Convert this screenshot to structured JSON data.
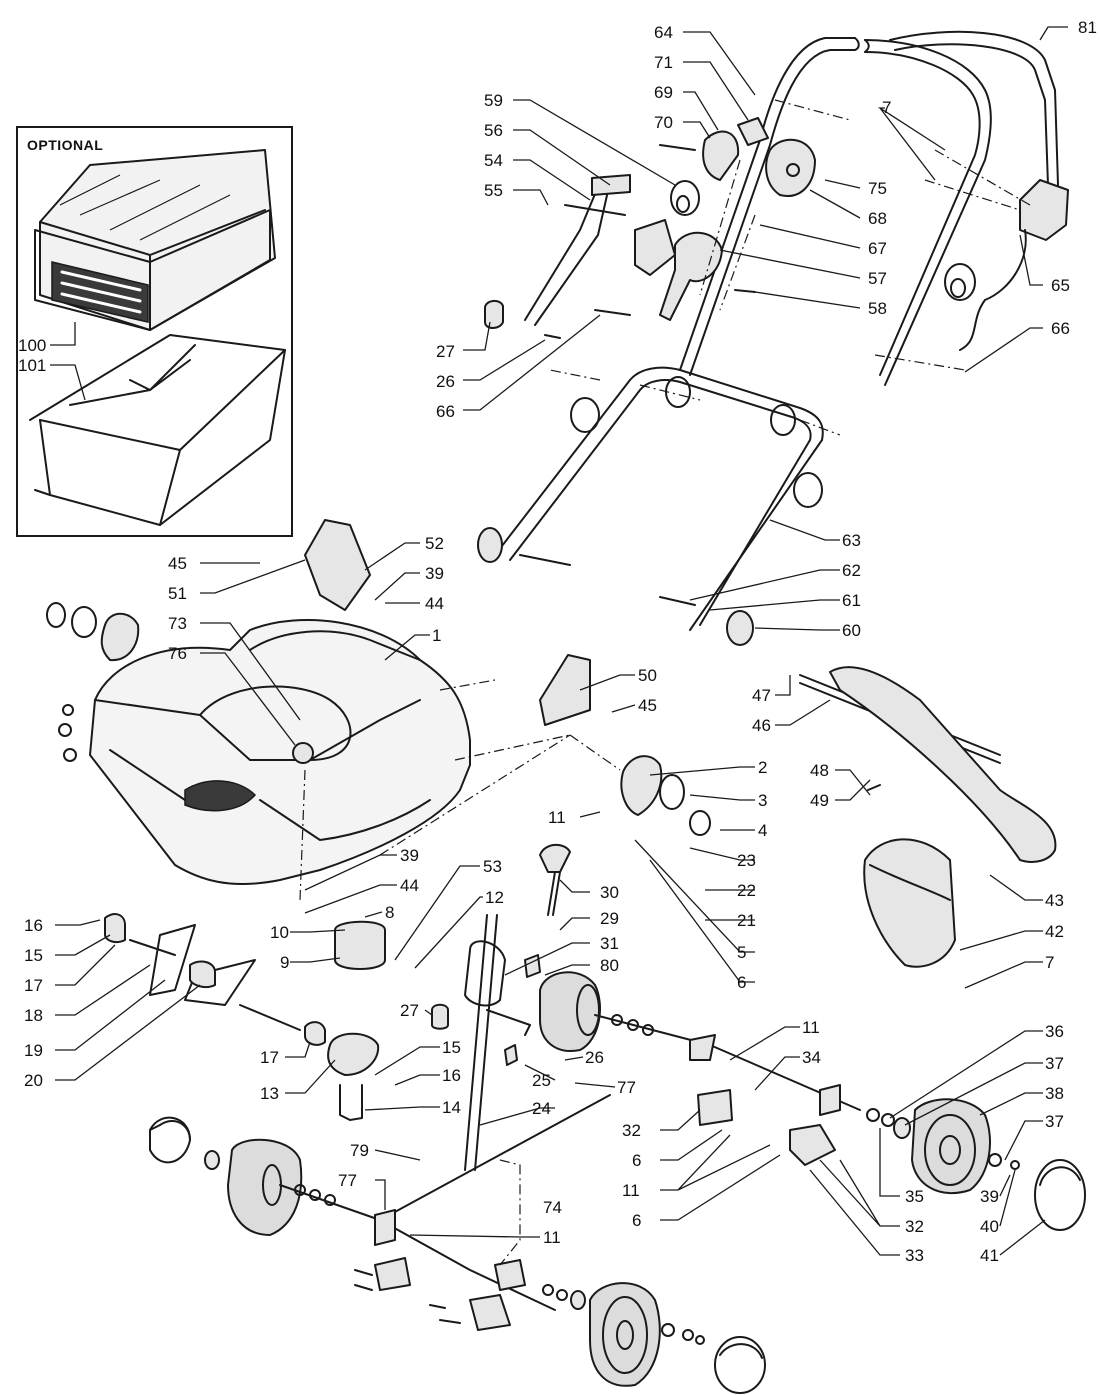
{
  "inset": {
    "title": "OPTIONAL"
  },
  "callouts": [
    {
      "id": "c-81",
      "text": "81"
    },
    {
      "id": "c-64",
      "text": "64"
    },
    {
      "id": "c-71",
      "text": "71"
    },
    {
      "id": "c-69",
      "text": "69"
    },
    {
      "id": "c-7a",
      "text": "7"
    },
    {
      "id": "c-70",
      "text": "70"
    },
    {
      "id": "c-75",
      "text": "75"
    },
    {
      "id": "c-68",
      "text": "68"
    },
    {
      "id": "c-67",
      "text": "67"
    },
    {
      "id": "c-57",
      "text": "57"
    },
    {
      "id": "c-58",
      "text": "58"
    },
    {
      "id": "c-65",
      "text": "65"
    },
    {
      "id": "c-66a",
      "text": "66"
    },
    {
      "id": "c-59",
      "text": "59"
    },
    {
      "id": "c-56",
      "text": "56"
    },
    {
      "id": "c-54",
      "text": "54"
    },
    {
      "id": "c-55",
      "text": "55"
    },
    {
      "id": "c-27a",
      "text": "27"
    },
    {
      "id": "c-26a",
      "text": "26"
    },
    {
      "id": "c-66b",
      "text": "66"
    },
    {
      "id": "c-100",
      "text": "100"
    },
    {
      "id": "c-101",
      "text": "101"
    },
    {
      "id": "c-63",
      "text": "63"
    },
    {
      "id": "c-62",
      "text": "62"
    },
    {
      "id": "c-61",
      "text": "61"
    },
    {
      "id": "c-60",
      "text": "60"
    },
    {
      "id": "c-52",
      "text": "52"
    },
    {
      "id": "c-45a",
      "text": "45"
    },
    {
      "id": "c-51",
      "text": "51"
    },
    {
      "id": "c-39a",
      "text": "39"
    },
    {
      "id": "c-44a",
      "text": "44"
    },
    {
      "id": "c-73",
      "text": "73"
    },
    {
      "id": "c-1",
      "text": "1"
    },
    {
      "id": "c-76",
      "text": "76"
    },
    {
      "id": "c-50",
      "text": "50"
    },
    {
      "id": "c-45b",
      "text": "45"
    },
    {
      "id": "c-47",
      "text": "47"
    },
    {
      "id": "c-46",
      "text": "46"
    },
    {
      "id": "c-48",
      "text": "48"
    },
    {
      "id": "c-49",
      "text": "49"
    },
    {
      "id": "c-2",
      "text": "2"
    },
    {
      "id": "c-3",
      "text": "3"
    },
    {
      "id": "c-11a",
      "text": "11"
    },
    {
      "id": "c-4",
      "text": "4"
    },
    {
      "id": "c-23",
      "text": "23"
    },
    {
      "id": "c-22",
      "text": "22"
    },
    {
      "id": "c-21",
      "text": "21"
    },
    {
      "id": "c-5",
      "text": "5"
    },
    {
      "id": "c-6a",
      "text": "6"
    },
    {
      "id": "c-39b",
      "text": "39"
    },
    {
      "id": "c-44b",
      "text": "44"
    },
    {
      "id": "c-53",
      "text": "53"
    },
    {
      "id": "c-30",
      "text": "30"
    },
    {
      "id": "c-29",
      "text": "29"
    },
    {
      "id": "c-31",
      "text": "31"
    },
    {
      "id": "c-80",
      "text": "80"
    },
    {
      "id": "c-12",
      "text": "12"
    },
    {
      "id": "c-8",
      "text": "8"
    },
    {
      "id": "c-10",
      "text": "10"
    },
    {
      "id": "c-9",
      "text": "9"
    },
    {
      "id": "c-16a",
      "text": "16"
    },
    {
      "id": "c-15a",
      "text": "15"
    },
    {
      "id": "c-17a",
      "text": "17"
    },
    {
      "id": "c-18",
      "text": "18"
    },
    {
      "id": "c-19",
      "text": "19"
    },
    {
      "id": "c-20",
      "text": "20"
    },
    {
      "id": "c-17b",
      "text": "17"
    },
    {
      "id": "c-15b",
      "text": "15"
    },
    {
      "id": "c-16b",
      "text": "16"
    },
    {
      "id": "c-13",
      "text": "13"
    },
    {
      "id": "c-14",
      "text": "14"
    },
    {
      "id": "c-79",
      "text": "79"
    },
    {
      "id": "c-27b",
      "text": "27"
    },
    {
      "id": "c-26b",
      "text": "26"
    },
    {
      "id": "c-25",
      "text": "25"
    },
    {
      "id": "c-77a",
      "text": "77"
    },
    {
      "id": "c-24",
      "text": "24"
    },
    {
      "id": "c-43",
      "text": "43"
    },
    {
      "id": "c-42",
      "text": "42"
    },
    {
      "id": "c-7b",
      "text": "7"
    },
    {
      "id": "c-11b",
      "text": "11"
    },
    {
      "id": "c-34",
      "text": "34"
    },
    {
      "id": "c-36",
      "text": "36"
    },
    {
      "id": "c-37a",
      "text": "37"
    },
    {
      "id": "c-38",
      "text": "38"
    },
    {
      "id": "c-37b",
      "text": "37"
    },
    {
      "id": "c-32a",
      "text": "32"
    },
    {
      "id": "c-6b",
      "text": "6"
    },
    {
      "id": "c-11c",
      "text": "11"
    },
    {
      "id": "c-6c",
      "text": "6"
    },
    {
      "id": "c-35",
      "text": "35"
    },
    {
      "id": "c-39c",
      "text": "39"
    },
    {
      "id": "c-32b",
      "text": "32"
    },
    {
      "id": "c-40",
      "text": "40"
    },
    {
      "id": "c-33",
      "text": "33"
    },
    {
      "id": "c-41",
      "text": "41"
    },
    {
      "id": "c-77b",
      "text": "77"
    },
    {
      "id": "c-74",
      "text": "74"
    },
    {
      "id": "c-11d",
      "text": "11"
    }
  ]
}
